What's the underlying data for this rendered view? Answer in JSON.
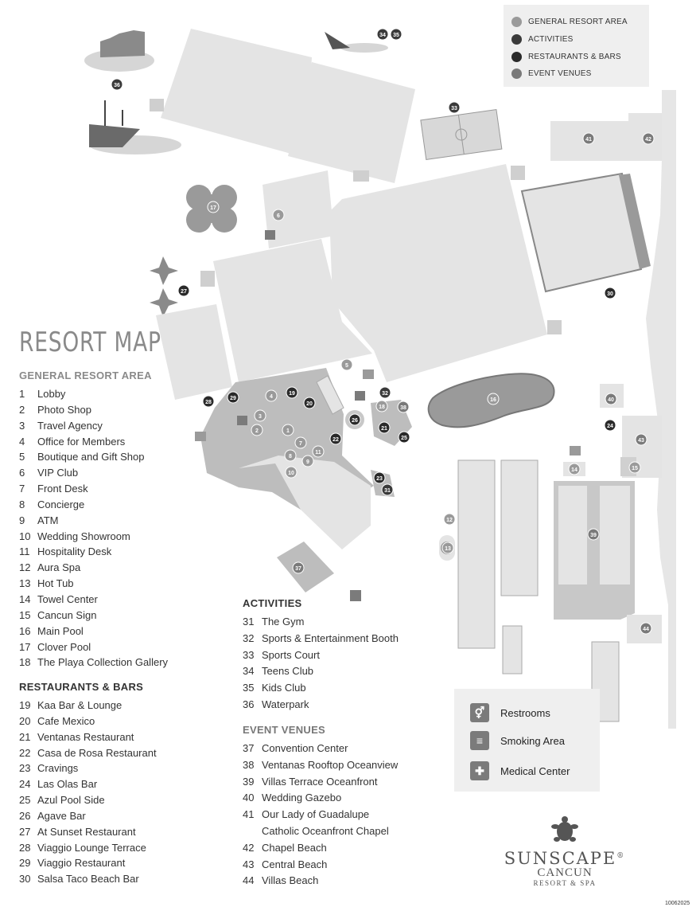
{
  "colors": {
    "general": "#9a9a9a",
    "activities": "#3a3a3a",
    "restaurants": "#2a2a2a",
    "events": "#7a7a7a",
    "building": "#e4e4e4",
    "pool": "#9a9a9a"
  },
  "legend": [
    {
      "label": "GENERAL RESORT AREA",
      "color": "#9a9a9a"
    },
    {
      "label": "ACTIVITIES",
      "color": "#3a3a3a"
    },
    {
      "label": "RESTAURANTS & BARS",
      "color": "#2a2a2a"
    },
    {
      "label": "EVENT VENUES",
      "color": "#7a7a7a"
    }
  ],
  "title": "RESORT MAP",
  "sections": {
    "general": {
      "heading": "GENERAL RESORT AREA",
      "items": [
        {
          "n": "1",
          "name": "Lobby"
        },
        {
          "n": "2",
          "name": "Photo Shop"
        },
        {
          "n": "3",
          "name": "Travel Agency"
        },
        {
          "n": "4",
          "name": "Office for Members"
        },
        {
          "n": "5",
          "name": "Boutique and Gift Shop"
        },
        {
          "n": "6",
          "name": "VIP Club"
        },
        {
          "n": "7",
          "name": "Front Desk"
        },
        {
          "n": "8",
          "name": "Concierge"
        },
        {
          "n": "9",
          "name": "ATM"
        },
        {
          "n": "10",
          "name": "Wedding Showroom"
        },
        {
          "n": "11",
          "name": "Hospitality Desk"
        },
        {
          "n": "12",
          "name": "Aura Spa"
        },
        {
          "n": "13",
          "name": "Hot Tub"
        },
        {
          "n": "14",
          "name": "Towel Center"
        },
        {
          "n": "15",
          "name": "Cancun Sign"
        },
        {
          "n": "16",
          "name": "Main Pool"
        },
        {
          "n": "17",
          "name": "Clover Pool"
        },
        {
          "n": "18",
          "name": "The Playa Collection Gallery"
        }
      ]
    },
    "restaurants": {
      "heading": "RESTAURANTS & BARS",
      "items": [
        {
          "n": "19",
          "name": "Kaa Bar & Lounge"
        },
        {
          "n": "20",
          "name": "Cafe Mexico"
        },
        {
          "n": "21",
          "name": "Ventanas Restaurant"
        },
        {
          "n": "22",
          "name": "Casa de Rosa Restaurant"
        },
        {
          "n": "23",
          "name": "Cravings"
        },
        {
          "n": "24",
          "name": "Las Olas Bar"
        },
        {
          "n": "25",
          "name": "Azul Pool Side"
        },
        {
          "n": "26",
          "name": "Agave Bar"
        },
        {
          "n": "27",
          "name": "At Sunset Restaurant"
        },
        {
          "n": "28",
          "name": "Viaggio Lounge Terrace"
        },
        {
          "n": "29",
          "name": "Viaggio Restaurant"
        },
        {
          "n": "30",
          "name": "Salsa Taco Beach Bar"
        }
      ]
    },
    "activities": {
      "heading": "ACTIVITIES",
      "items": [
        {
          "n": "31",
          "name": "The Gym"
        },
        {
          "n": "32",
          "name": "Sports & Entertainment Booth"
        },
        {
          "n": "33",
          "name": "Sports Court"
        },
        {
          "n": "34",
          "name": "Teens Club"
        },
        {
          "n": "35",
          "name": "Kids Club"
        },
        {
          "n": "36",
          "name": "Waterpark"
        }
      ]
    },
    "events": {
      "heading": "EVENT VENUES",
      "items": [
        {
          "n": "37",
          "name": "Convention Center"
        },
        {
          "n": "38",
          "name": "Ventanas Rooftop Oceanview"
        },
        {
          "n": "39",
          "name": "Villas Terrace Oceanfront"
        },
        {
          "n": "40",
          "name": "Wedding Gazebo"
        },
        {
          "n": "41",
          "name": "Our Lady of Guadalupe",
          "name2": "Catholic Oceanfront Chapel"
        },
        {
          "n": "42",
          "name": "Chapel Beach"
        },
        {
          "n": "43",
          "name": "Central Beach"
        },
        {
          "n": "44",
          "name": "Villas Beach"
        }
      ]
    }
  },
  "amenities": [
    {
      "label": "Restrooms",
      "icon": "restroom-icon",
      "glyph": "⚥"
    },
    {
      "label": "Smoking Area",
      "icon": "smoking-icon",
      "glyph": "≡"
    },
    {
      "label": "Medical Center",
      "icon": "medical-cross-icon",
      "glyph": "✚"
    }
  ],
  "brand": {
    "name": "SUNSCAPE",
    "mark": "®",
    "city": "CANCUN",
    "tag": "RESORT & SPA"
  },
  "code": "10062025"
}
